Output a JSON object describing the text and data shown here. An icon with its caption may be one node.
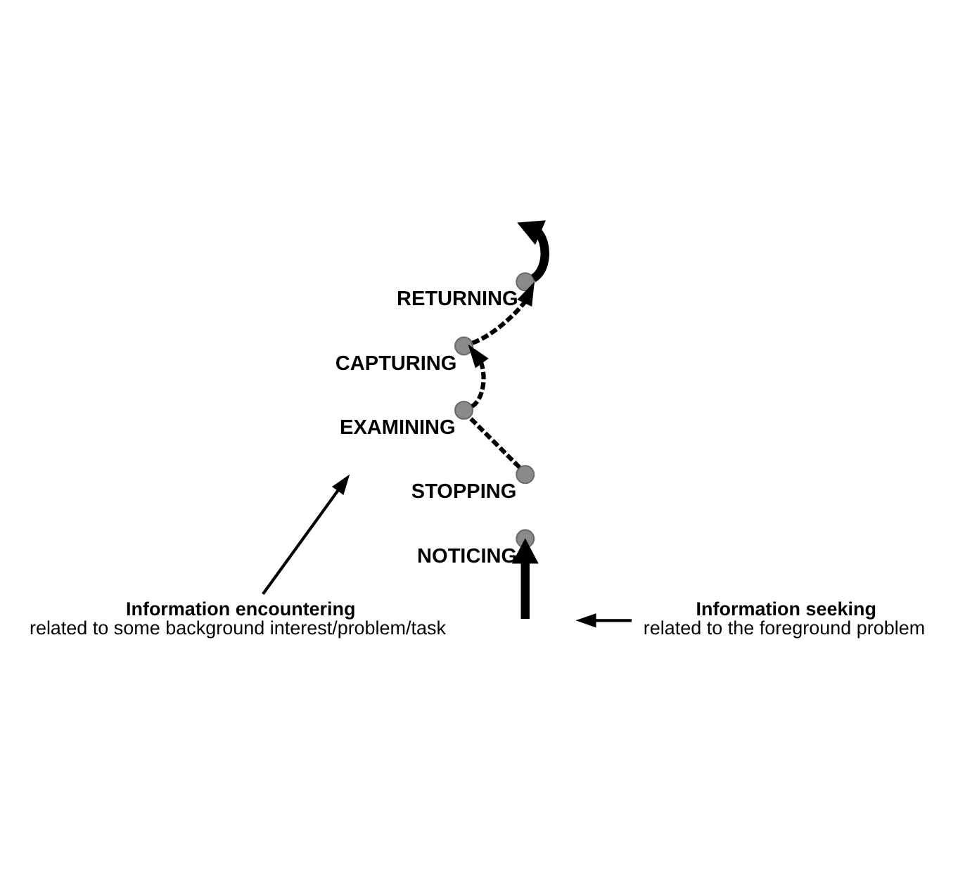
{
  "diagram": {
    "nodes": [
      {
        "text": [],
        "shape": "circle",
        "beside": [
          "NOTICING"
        ]
      },
      {
        "text": [],
        "shape": "circle",
        "beside": [
          "STOPPING"
        ]
      },
      {
        "text": [],
        "shape": "circle",
        "beside": [
          "EXAMINING"
        ]
      },
      {
        "text": [],
        "shape": "circle",
        "beside": [
          "CAPTURING"
        ]
      },
      {
        "text": [],
        "shape": "circle",
        "beside": [
          "RETURNING"
        ]
      },
      {
        "text": [
          "Information encountering",
          "related to some background interest/problem/task"
        ]
      },
      {
        "text": [
          "Information seeking",
          "related to the foreground problem"
        ]
      }
    ],
    "edges": [
      {
        "from": null,
        "to": 0,
        "arrow": "to",
        "style": "thick"
      },
      {
        "from": 1,
        "to": 2,
        "arrow": "none",
        "style": "dashed"
      },
      {
        "from": 2,
        "to": 3,
        "arrow": "to",
        "style": "dashed"
      },
      {
        "from": 3,
        "to": 4,
        "arrow": "to",
        "style": "dashed"
      },
      {
        "from": 4,
        "to": null,
        "arrow": "to",
        "style": "thick"
      },
      {
        "from": 5,
        "to": null,
        "arrow": "to"
      },
      {
        "from": 6,
        "to": null,
        "arrow": "to"
      }
    ]
  }
}
